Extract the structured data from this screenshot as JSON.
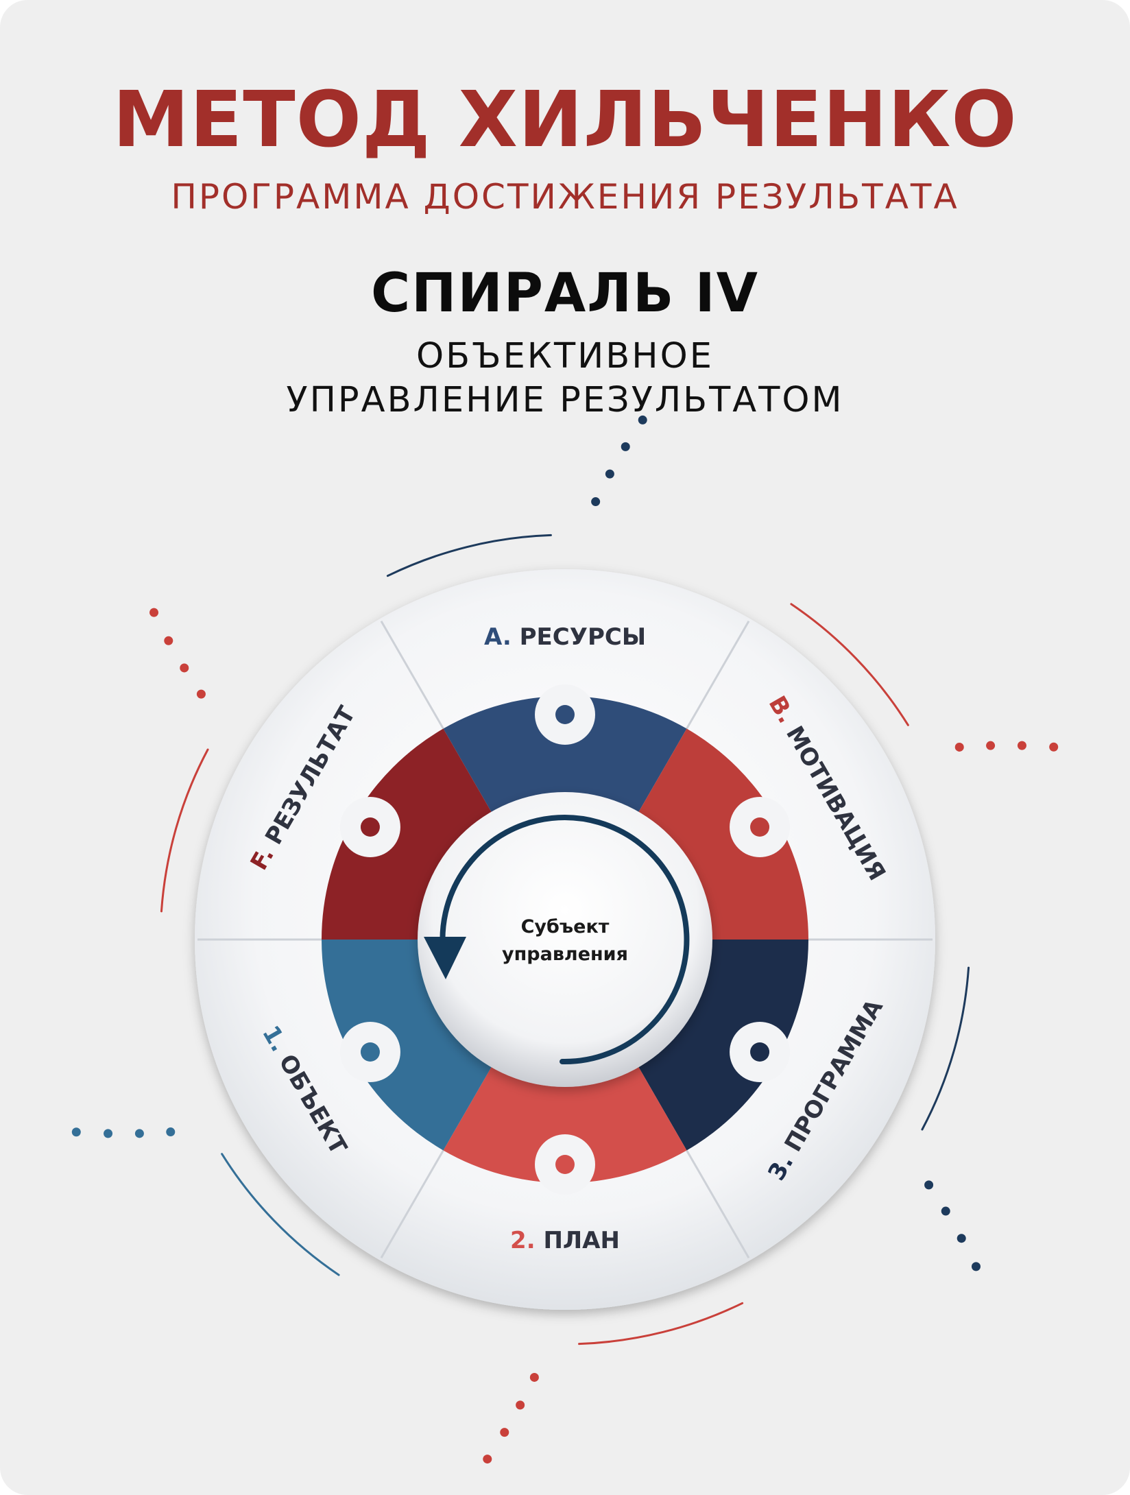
{
  "header": {
    "title": "МЕТОД ХИЛЬЧЕНКО",
    "subtitle": "ПРОГРАММА ДОСТИЖЕНИЯ РЕЗУЛЬТАТА"
  },
  "spiral": {
    "title": "СПИРАЛЬ IV",
    "subtitle_line1": "ОБЪЕКТИВНОЕ",
    "subtitle_line2": "УПРАВЛЕНИЕ РЕЗУЛЬТАТОМ"
  },
  "diagram": {
    "center_line1": "Субъект",
    "center_line2": "управления",
    "segments": [
      {
        "prefix": "A.",
        "label": "РЕСУРСЫ",
        "color": "#2f4d79"
      },
      {
        "prefix": "B.",
        "label": "МОТИВАЦИЯ",
        "color": "#bd3e3a"
      },
      {
        "prefix": "3.",
        "label": "ПРОГРАММА",
        "color": "#1c2d4b"
      },
      {
        "prefix": "2.",
        "label": "ПЛАН",
        "color": "#d34f4b"
      },
      {
        "prefix": "1.",
        "label": "ОБЪЕКТ",
        "color": "#346f97"
      },
      {
        "prefix": "F.",
        "label": "РЕЗУЛЬТАТ",
        "color": "#8d2226"
      }
    ]
  },
  "colors": {
    "brand_red": "#a22f2a",
    "navy": "#1d3a5c",
    "background": "#efefef"
  }
}
